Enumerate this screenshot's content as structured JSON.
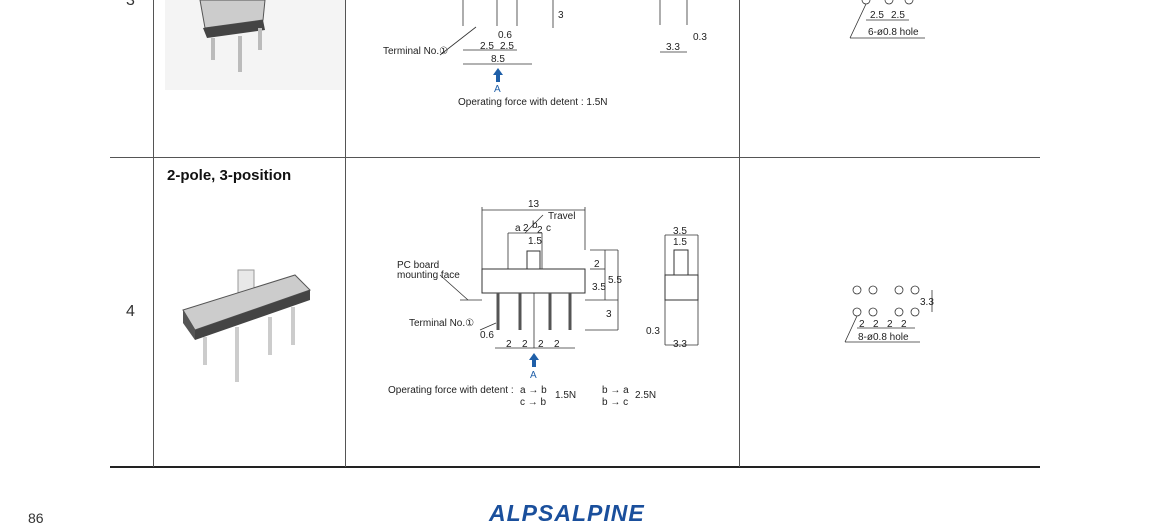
{
  "rows": [
    {
      "number": "3",
      "labels": {
        "terminal": "Terminal No.①",
        "dim_06": "0.6",
        "dim_25a": "2.5",
        "dim_25b": "2.5",
        "dim_85": "8.5",
        "dim_3": "3",
        "arrow": "A",
        "force": "Operating force with detent : 1.5N",
        "side_33": "3.3",
        "side_03": "0.3",
        "hole_25a": "2.5",
        "hole_25b": "2.5",
        "hole": "6-ø0.8 hole"
      }
    },
    {
      "number": "4",
      "title": "2-pole, 3-position",
      "labels": {
        "dim_13": "13",
        "travel": "Travel",
        "a": "a",
        "b": "b",
        "c": "c",
        "t2a": "2",
        "t2b": "2",
        "dim_15": "1.5",
        "pcb": "PC board",
        "pcb2": "mounting face",
        "dim_2": "2",
        "dim_35": "3.5",
        "dim_55": "5.5",
        "dim_3": "3",
        "terminal": "Terminal No.①",
        "dim_06": "0.6",
        "p1": "2",
        "p2": "2",
        "p3": "2",
        "p4": "2",
        "arrow": "A",
        "force": "Operating force with detent :",
        "f1a": "a → b",
        "f1b": "c → b",
        "f1v": "1.5N",
        "f2a": "b → a",
        "f2b": "b → c",
        "f2v": "2.5N",
        "side_35": "3.5",
        "side_15": "1.5",
        "side_03": "0.3",
        "side_33": "3.3",
        "hole_33": "3.3",
        "h1": "2",
        "h2": "2",
        "h3": "2",
        "h4": "2",
        "hole": "8-ø0.8 hole"
      }
    }
  ],
  "footer": {
    "page_number": "86",
    "logo": "ALPSALPINE"
  }
}
